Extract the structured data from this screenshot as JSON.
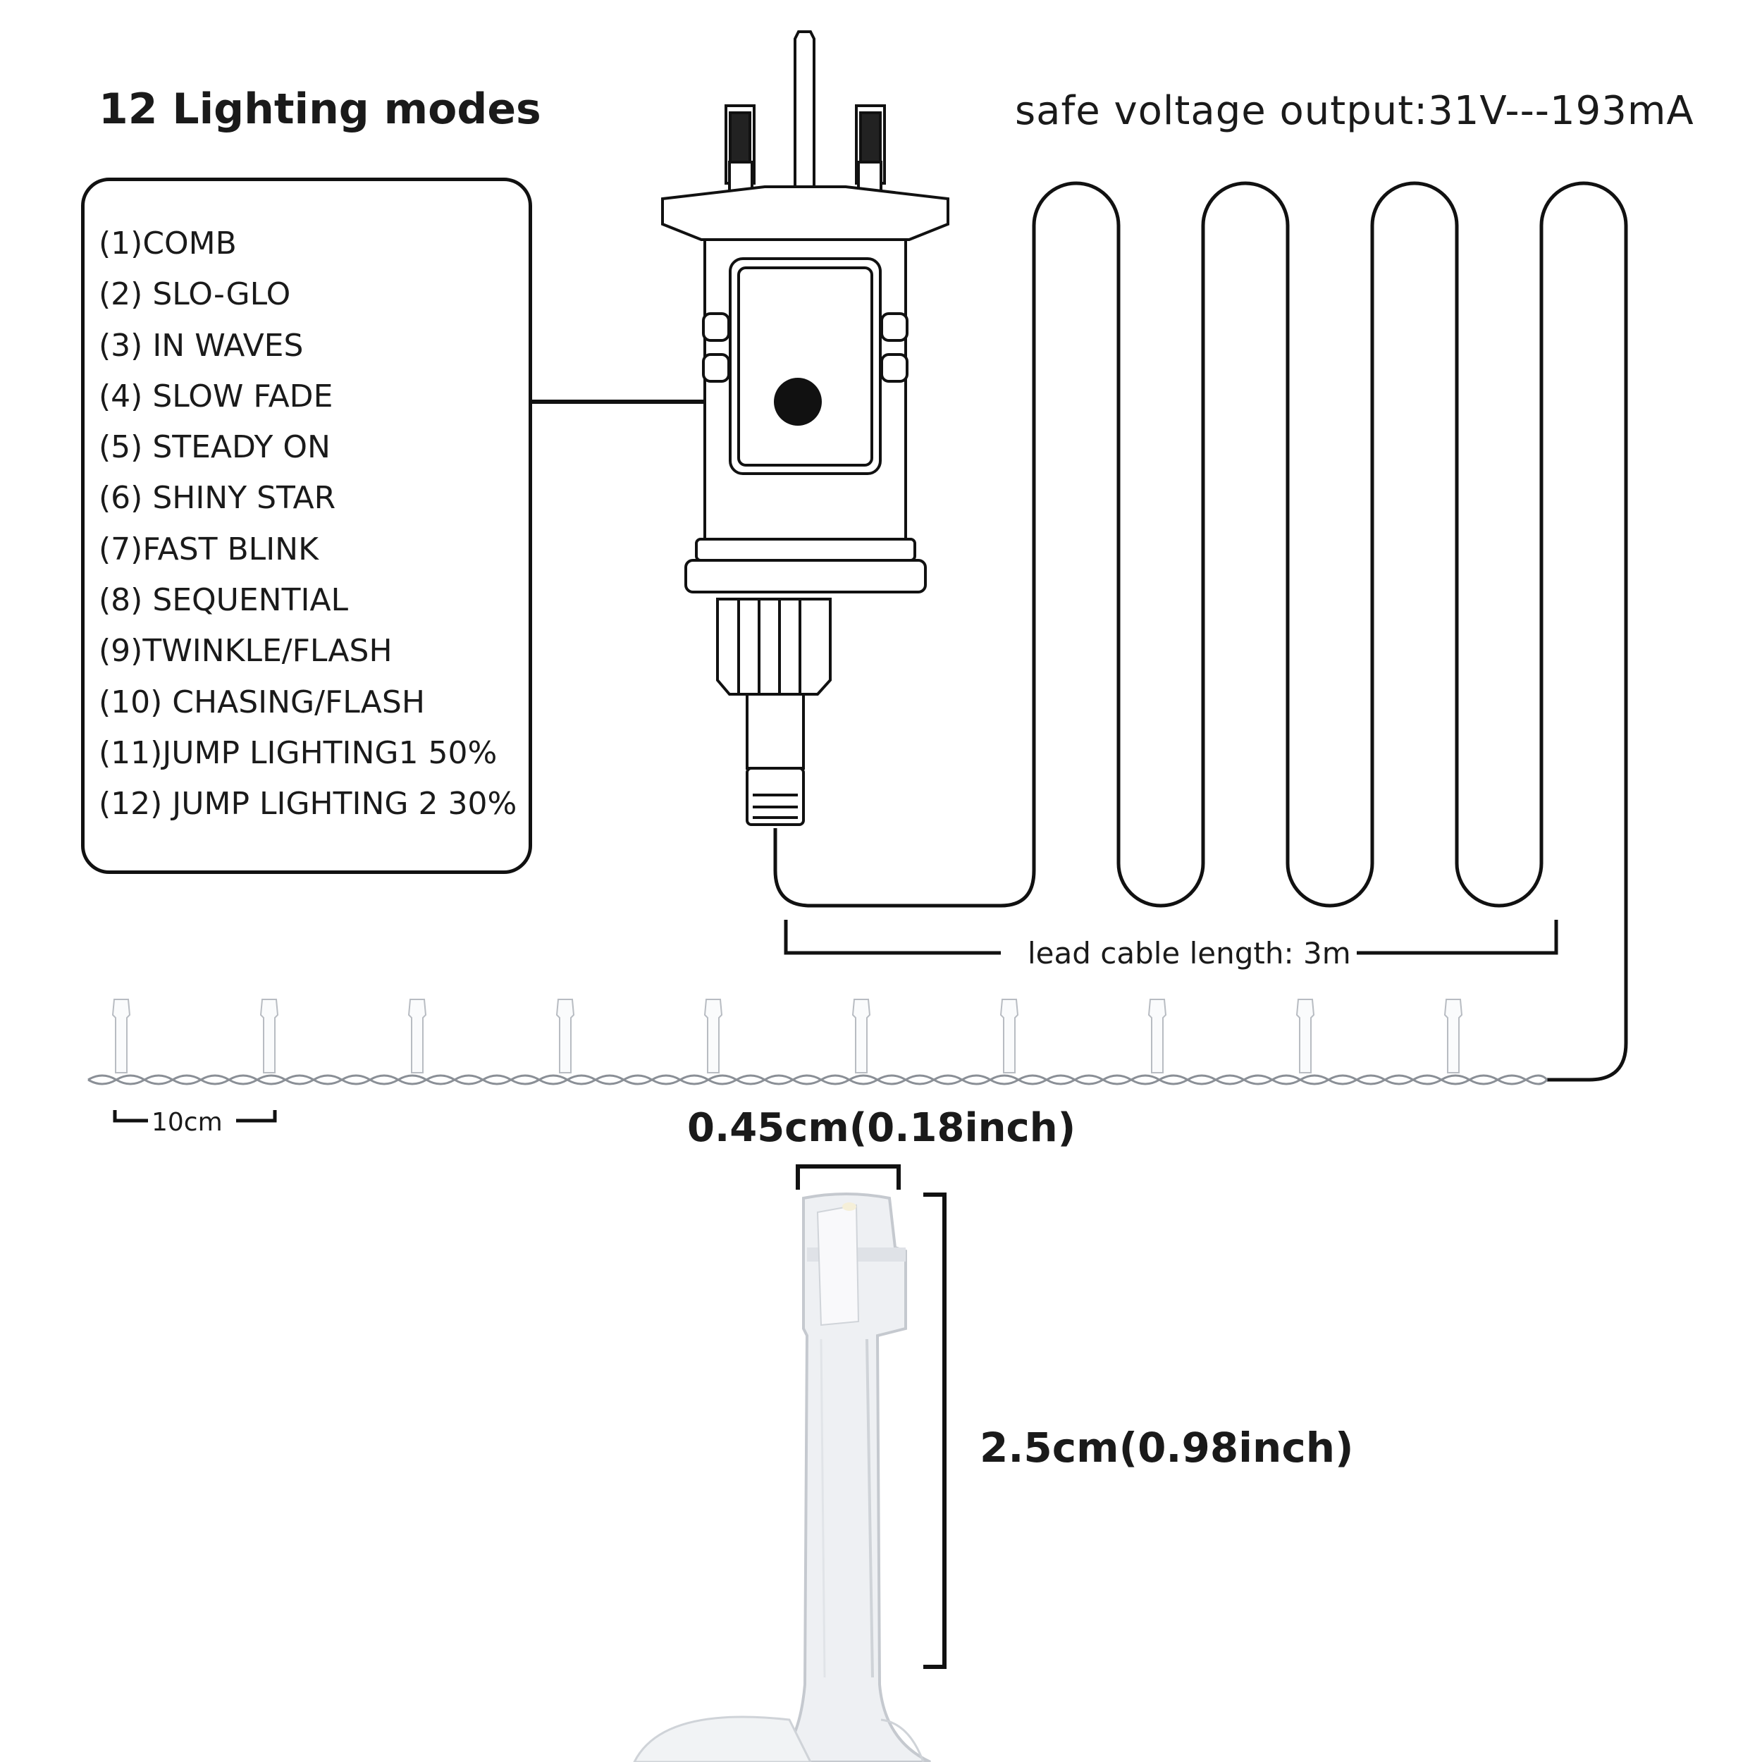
{
  "title": "12 Lighting modes",
  "voltage_output": "safe voltage output:31V---193mA",
  "modes": [
    "(1)COMB",
    "(2) SLO-GLO",
    "(3) IN WAVES",
    "(4) SLOW FADE",
    "(5) STEADY ON",
    "(6) SHINY STAR",
    "(7)FAST BLINK",
    "(8) SEQUENTIAL",
    "(9)TWINKLE/FLASH",
    "(10) CHASING/FLASH",
    "(11)JUMP LIGHTING1  50%",
    "(12) JUMP LIGHTING 2  30%"
  ],
  "lead_cable": "lead cable length: 3m",
  "bulb_spacing": "10cm",
  "bulb_width": "0.45cm(0.18inch)",
  "bulb_height": "2.5cm(0.98inch)",
  "colors": {
    "line": "#111111",
    "bulb": "#d8dbe0",
    "accent": "#f5efd8"
  },
  "icons": [
    "uk-plug-adapter-icon",
    "mode-button-icon",
    "led-bulb-icon"
  ]
}
